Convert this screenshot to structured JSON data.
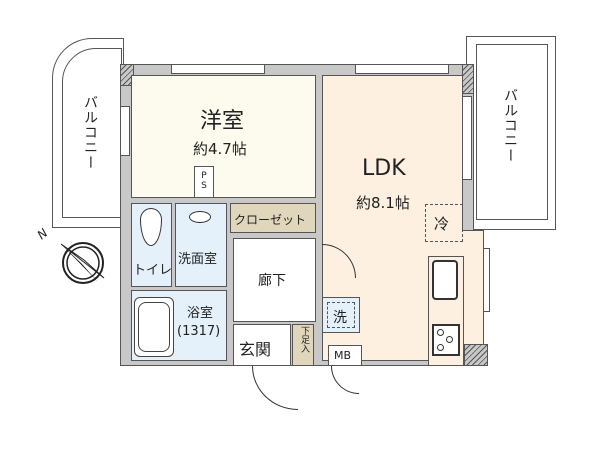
{
  "floorplan": {
    "rooms": {
      "western_room": {
        "name": "洋室",
        "size": "約4.7帖"
      },
      "ldk": {
        "name": "LDK",
        "size": "約8.1帖"
      },
      "closet": {
        "name": "クローゼット"
      },
      "toilet": {
        "name": "トイレ"
      },
      "washroom": {
        "name": "洗面室"
      },
      "bathroom": {
        "name": "浴室",
        "spec": "(1317)"
      },
      "hallway": {
        "name": "廊下"
      },
      "entrance": {
        "name": "玄関"
      },
      "shoe_box": {
        "name": "下足入"
      },
      "balcony_left": {
        "name": "バルコニー"
      },
      "balcony_right": {
        "name": "バルコニー"
      }
    },
    "fixtures": {
      "ps": "PS",
      "mb": "MB",
      "fridge": "冷",
      "washer": "洗"
    },
    "compass": {
      "label": "N"
    },
    "colors": {
      "western_room": "#fdfbee",
      "ldk": "#fdf0e0",
      "wet_area": "#e4f0fa",
      "closet": "#e0d6bc",
      "wall": "#c8c8c8",
      "outline": "#555555"
    }
  }
}
